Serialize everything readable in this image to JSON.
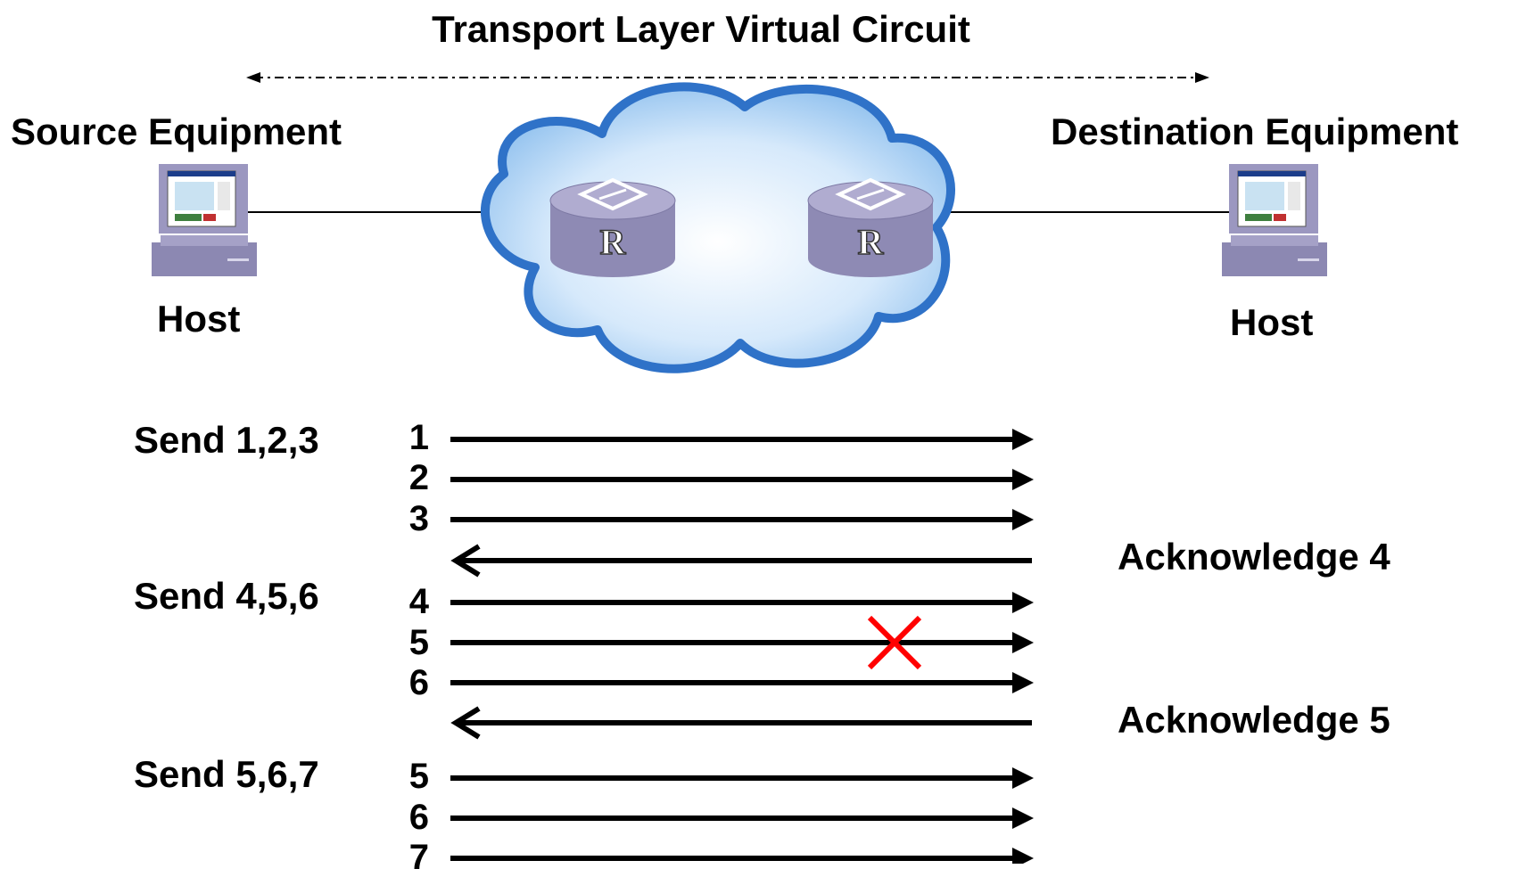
{
  "title": "Transport Layer Virtual Circuit",
  "source": {
    "label": "Source Equipment",
    "host": "Host"
  },
  "destination": {
    "label": "Destination Equipment",
    "host": "Host"
  },
  "router_label": "R",
  "colors": {
    "cloud_fill": "#bfdcf6",
    "cloud_edge": "#2f72c8",
    "router": "#8e8ab4",
    "drop_mark": "#ff0000"
  },
  "exchanges": [
    {
      "send_label": "Send  1,2,3",
      "segments": [
        "1",
        "2",
        "3"
      ],
      "ack": "Acknowledge 4",
      "lost": []
    },
    {
      "send_label": "Send  4,5,6",
      "segments": [
        "4",
        "5",
        "6"
      ],
      "ack": "Acknowledge 5",
      "lost": [
        "5"
      ]
    },
    {
      "send_label": "Send  5,6,7",
      "segments": [
        "5",
        "6",
        "7"
      ],
      "ack": "",
      "lost": []
    }
  ]
}
